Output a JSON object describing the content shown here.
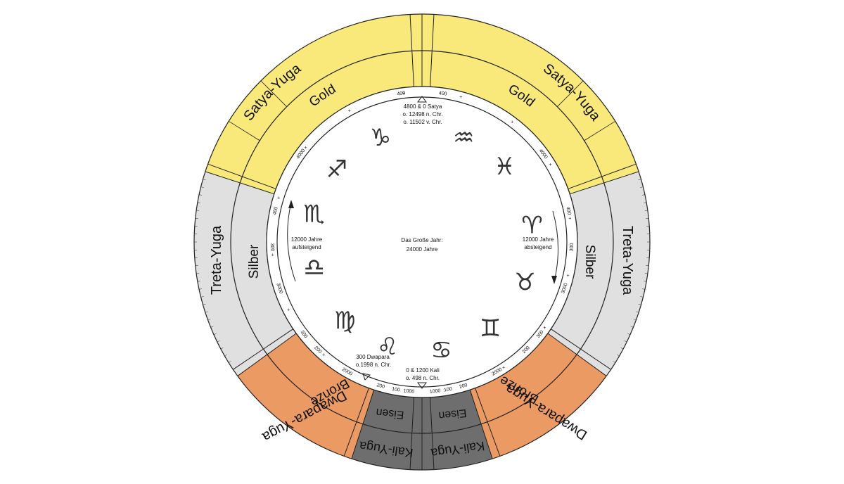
{
  "colors": {
    "gold": "#f9e97a",
    "silver": "#e0e0e0",
    "bronze": "#eb9a63",
    "iron": "#6e6e6e",
    "line": "#222222"
  },
  "outer_ring": {
    "satya": "Satya-Yuga",
    "treta": "Treta-Yuga",
    "dwapara": "Dwapara-Yuga",
    "kali": "Kali-Yuga"
  },
  "middle_ring": {
    "gold": "Gold",
    "silber": "Silber",
    "bronze": "Bronze",
    "eisen": "Eisen"
  },
  "scale": {
    "n400": "400",
    "n4000": "4000",
    "n300": "300",
    "n3000": "3000",
    "n200": "200",
    "n2000": "2000",
    "n100": "100",
    "n1000": "1000"
  },
  "center": {
    "line1": "Das Große Jahr:",
    "line2": "24000 Jahre"
  },
  "top_marker": {
    "line1": "4800 & 0 Satya",
    "line2": "o. 12498 n. Chr.",
    "line3": "o. 11502 v. Chr."
  },
  "bottom_left_marker": {
    "line1": "300 Dwapara",
    "line2": "o.1998 n. Chr."
  },
  "bottom_marker": {
    "line1": "0 & 1200 Kali",
    "line2": "o. 498 n. Chr."
  },
  "left_arrow": {
    "line1": "12000 Jahre",
    "line2": "aufsteigend"
  },
  "right_arrow": {
    "line1": "12000 Jahre",
    "line2": "absteigend"
  },
  "zodiac": [
    {
      "name": "capricorn",
      "glyph": "♑"
    },
    {
      "name": "aquarius",
      "glyph": "♒"
    },
    {
      "name": "pisces",
      "glyph": "♓"
    },
    {
      "name": "aries",
      "glyph": "♈"
    },
    {
      "name": "taurus",
      "glyph": "♉"
    },
    {
      "name": "gemini",
      "glyph": "♊"
    },
    {
      "name": "cancer",
      "glyph": "♋"
    },
    {
      "name": "leo",
      "glyph": "♌"
    },
    {
      "name": "virgo",
      "glyph": "♍"
    },
    {
      "name": "libra",
      "glyph": "♎"
    },
    {
      "name": "scorpio",
      "glyph": "♏"
    },
    {
      "name": "sagittarius",
      "glyph": "♐"
    }
  ]
}
